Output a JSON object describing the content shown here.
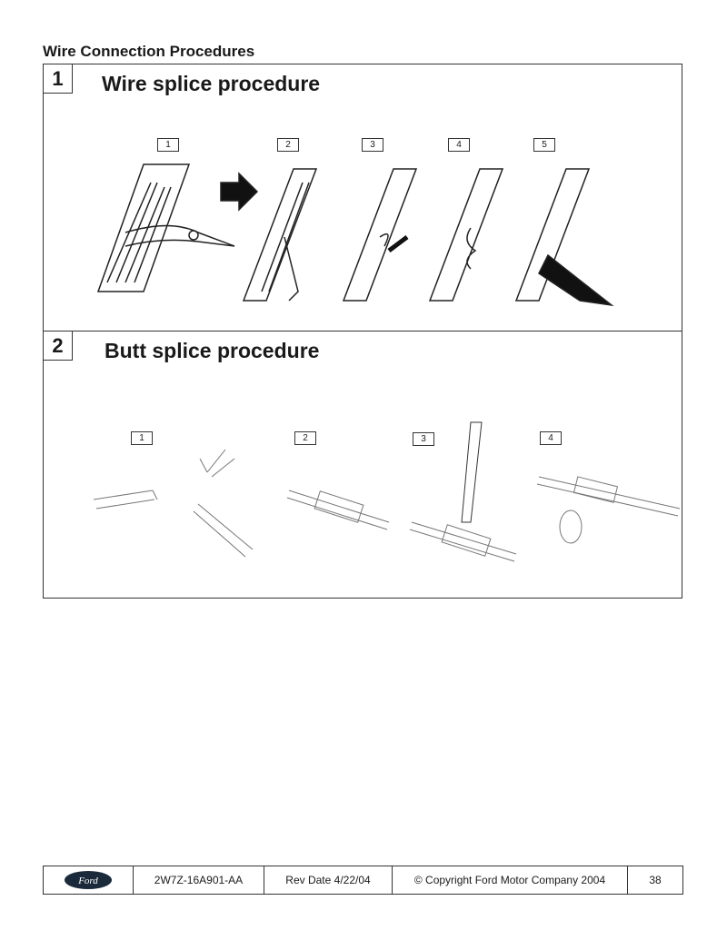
{
  "document": {
    "title": "Wire Connection Procedures"
  },
  "sections": [
    {
      "number": "1",
      "title": "Wire splice procedure",
      "steps": [
        "1",
        "2",
        "3",
        "4",
        "5"
      ]
    },
    {
      "number": "2",
      "title": "Butt splice procedure",
      "steps": [
        "1",
        "2",
        "3",
        "4"
      ]
    }
  ],
  "footer": {
    "logo": "Ford",
    "part_number": "2W7Z-16A901-AA",
    "rev_date": "Rev Date 4/22/04",
    "copyright": "© Copyright Ford Motor Company 2004",
    "page": "38"
  }
}
